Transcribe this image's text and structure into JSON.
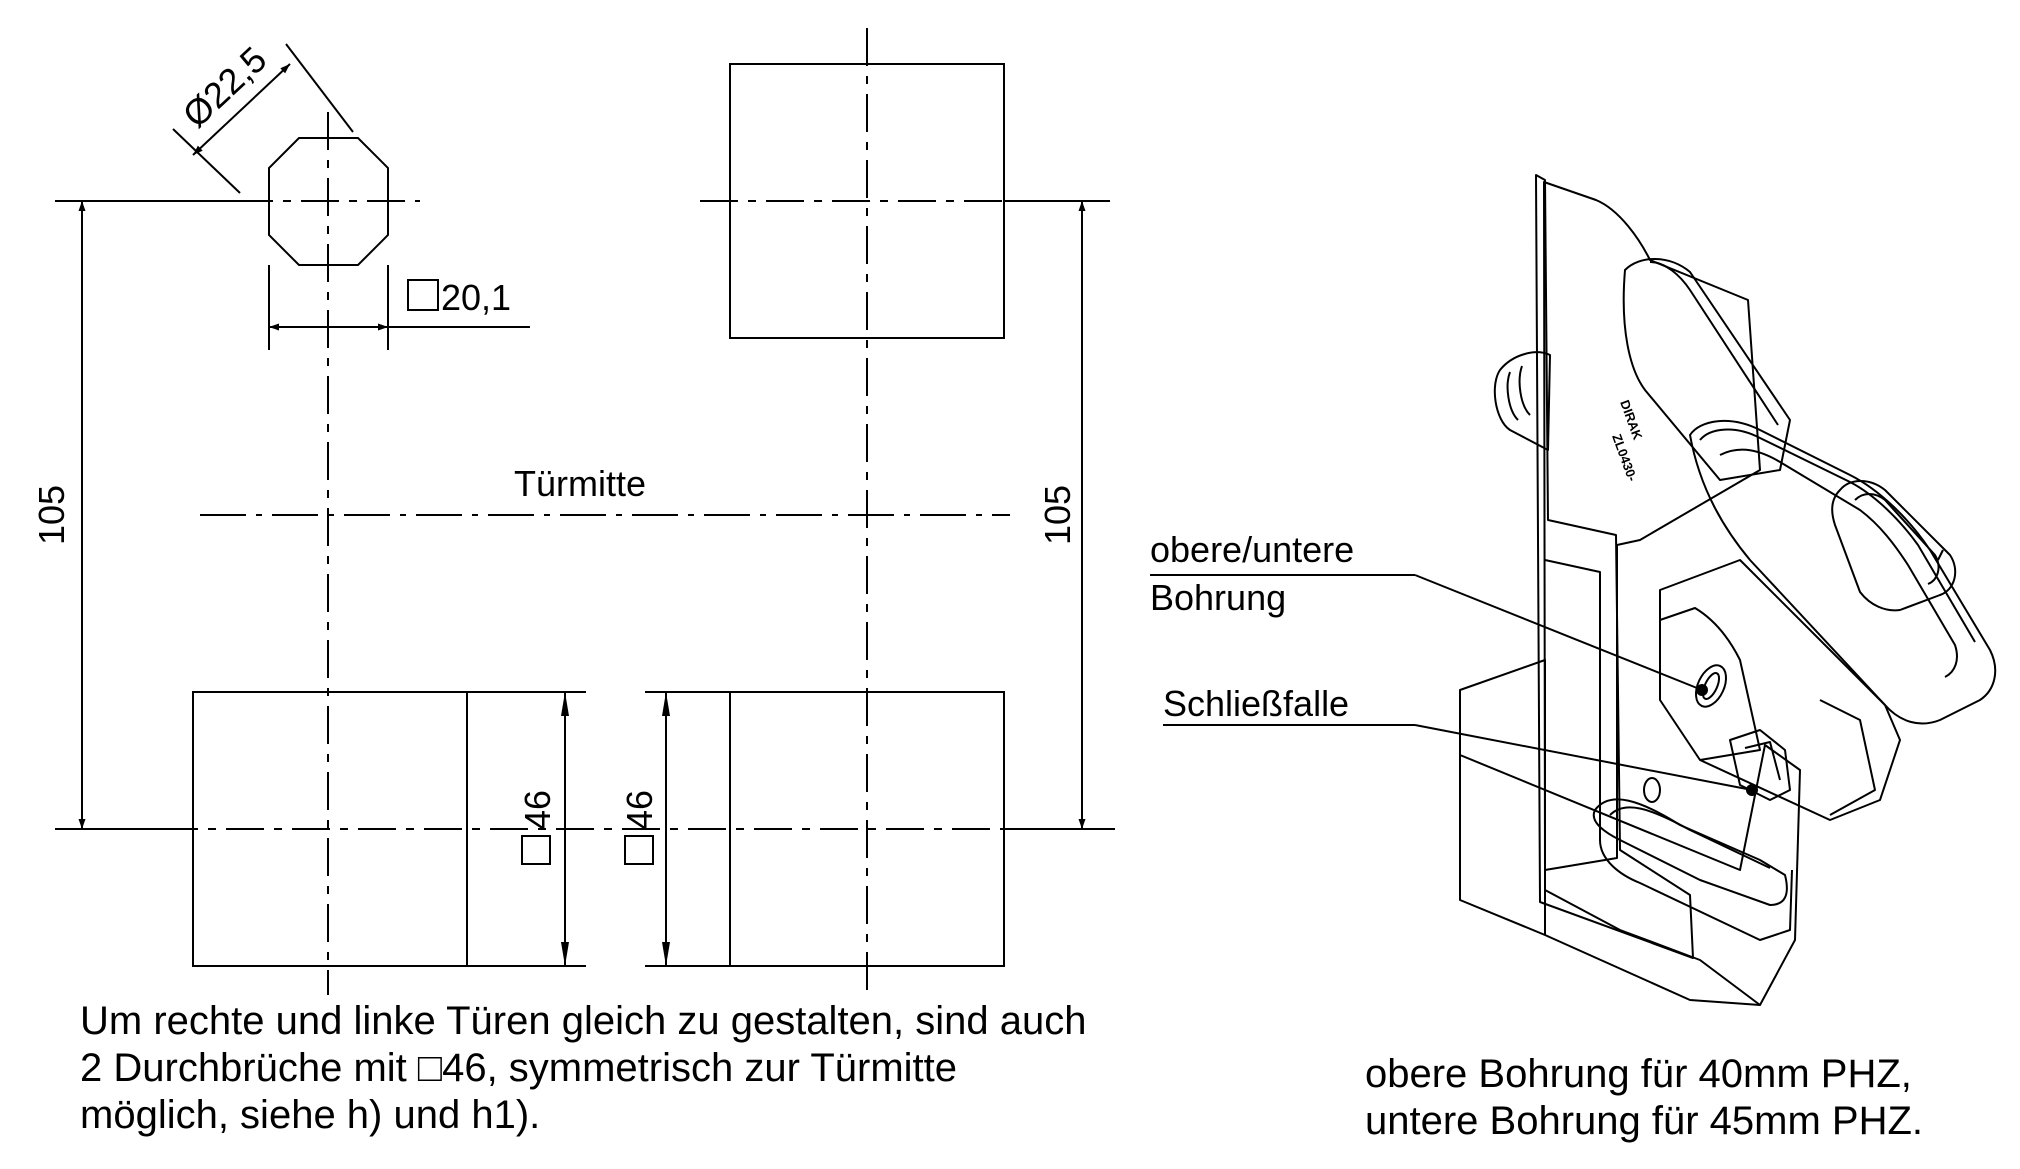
{
  "dimensions": {
    "diameter": "Ø22,5",
    "square_small": "20,1",
    "height_left": "105",
    "height_right": "105",
    "square_left": "46",
    "square_right": "46"
  },
  "labels": {
    "door_center": "Türmitte",
    "upper_lower_bore_line1": "obere/untere",
    "upper_lower_bore_line2": "Bohrung",
    "latch": "Schließfalle",
    "device_marking_1": "DIRAK",
    "device_marking_2": "ZL0430-"
  },
  "notes": {
    "left": [
      "Um rechte und linke Türen gleich zu gestalten, sind auch",
      "2 Durchbrüche mit □46, symmetrisch zur Türmitte",
      "möglich, siehe h) und h1)."
    ],
    "right": [
      "obere Bohrung für 40mm PHZ,",
      "untere Bohrung für 45mm PHZ."
    ]
  }
}
